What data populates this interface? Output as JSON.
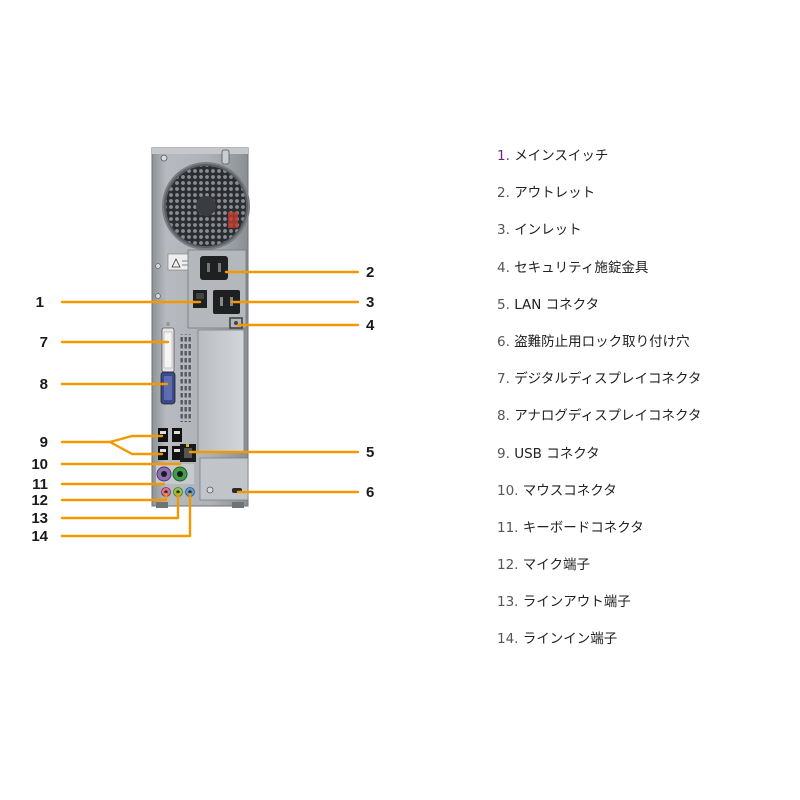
{
  "colors": {
    "leader_line": "#f39800",
    "chassis": "#a9adb2",
    "chassis_dark": "#7d8287",
    "panel": "#c9ccd0",
    "port_keyboard": "#8e6fb0",
    "port_mouse": "#3f9d4c",
    "port_mic": "#d9739a",
    "port_lineout": "#8bc34a",
    "port_linein": "#5b9bd5"
  },
  "callouts": [
    "1",
    "2",
    "3",
    "4",
    "5",
    "6",
    "7",
    "8",
    "9",
    "10",
    "11",
    "12",
    "13",
    "14"
  ],
  "legend": [
    {
      "num": "1.",
      "label": "メインスイッチ"
    },
    {
      "num": "2.",
      "label": "アウトレット"
    },
    {
      "num": "3.",
      "label": "インレット"
    },
    {
      "num": "4.",
      "label": "セキュリティ施錠金具"
    },
    {
      "num": "5.",
      "label": "LAN コネクタ"
    },
    {
      "num": "6.",
      "label": "盗難防止用ロック取り付け穴"
    },
    {
      "num": "7.",
      "label": "デジタルディスプレイコネクタ"
    },
    {
      "num": "8.",
      "label": "アナログディスプレイコネクタ"
    },
    {
      "num": "9.",
      "label": "USB コネクタ"
    },
    {
      "num": "10.",
      "label": "マウスコネクタ"
    },
    {
      "num": "11.",
      "label": "キーボードコネクタ"
    },
    {
      "num": "12.",
      "label": "マイク端子"
    },
    {
      "num": "13.",
      "label": "ラインアウト端子"
    },
    {
      "num": "14.",
      "label": "ラインイン端子"
    }
  ]
}
